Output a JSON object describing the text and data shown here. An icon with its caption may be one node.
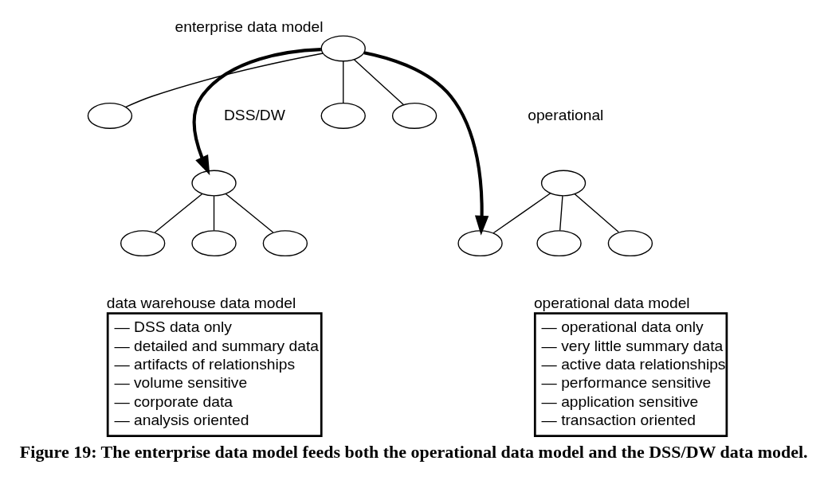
{
  "diagram": {
    "caption": "Figure 19: The enterprise data model feeds both the operational data model and the DSS/DW data model.",
    "nodes": [
      {
        "text": [],
        "shape": "ellipse",
        "beside": [
          "enterprise data model"
        ]
      },
      {
        "text": [],
        "shape": "ellipse"
      },
      {
        "text": [],
        "shape": "ellipse"
      },
      {
        "text": [],
        "shape": "ellipse"
      },
      {
        "text": [],
        "shape": "ellipse"
      },
      {
        "text": [],
        "shape": "ellipse"
      },
      {
        "text": [],
        "shape": "ellipse"
      },
      {
        "text": [],
        "shape": "ellipse"
      },
      {
        "text": [],
        "shape": "ellipse"
      },
      {
        "text": [],
        "shape": "ellipse"
      },
      {
        "text": [],
        "shape": "ellipse"
      },
      {
        "text": [],
        "shape": "ellipse"
      },
      {
        "text": [
          "operational data model",
          "— operational data only",
          "— very little summary data",
          "— active data relationships",
          "— performance sensitive",
          "— application sensitive",
          "— transaction oriented"
        ]
      },
      {
        "text": [
          "data warehouse data model",
          "— DSS data only",
          "— detailed and summary data",
          "— artifacts of relationships",
          "— volume sensitive",
          "— corporate data",
          "— analysis oriented"
        ]
      }
    ],
    "edges": [
      {
        "from": 0,
        "to": 1,
        "arrow": "none"
      },
      {
        "from": 0,
        "to": 2,
        "arrow": "none"
      },
      {
        "from": 0,
        "to": 3,
        "arrow": "none"
      },
      {
        "from": 0,
        "to": 6,
        "arrow": "to",
        "style": "thick"
      },
      {
        "from": 0,
        "to": 8,
        "arrow": "to",
        "style": "thick"
      },
      {
        "from": 4,
        "to": 5,
        "arrow": "none"
      },
      {
        "from": 4,
        "to": 6,
        "arrow": "none"
      },
      {
        "from": 4,
        "to": 7,
        "arrow": "none"
      },
      {
        "from": 8,
        "to": 9,
        "arrow": "none"
      },
      {
        "from": 8,
        "to": 10,
        "arrow": "none"
      },
      {
        "from": 8,
        "to": 11,
        "arrow": "none"
      }
    ],
    "labels": [
      "operational",
      "DSS/DW"
    ]
  }
}
